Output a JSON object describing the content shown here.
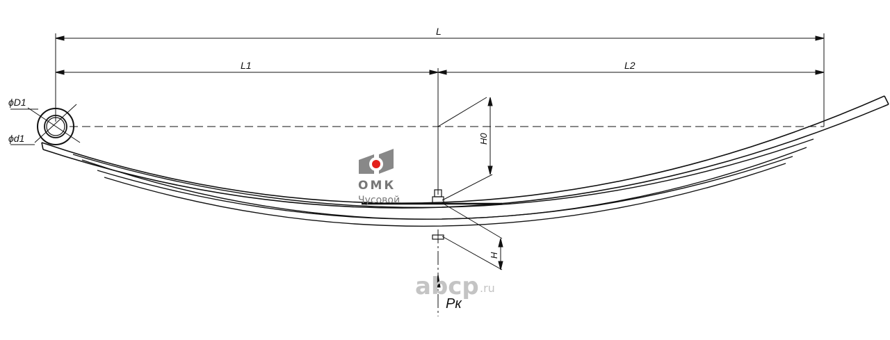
{
  "labels": {
    "L": "L",
    "L1": "L1",
    "L2": "L2",
    "H0": "H0",
    "H": "H",
    "D1": "ϕD1",
    "d1": "ϕd1",
    "Pk": "Pк"
  },
  "logo": {
    "brand": "ОМК",
    "sub": "Чусовой",
    "dot_color": "#e3201b"
  },
  "watermark": {
    "main": "abcp",
    "tld": ".ru"
  }
}
